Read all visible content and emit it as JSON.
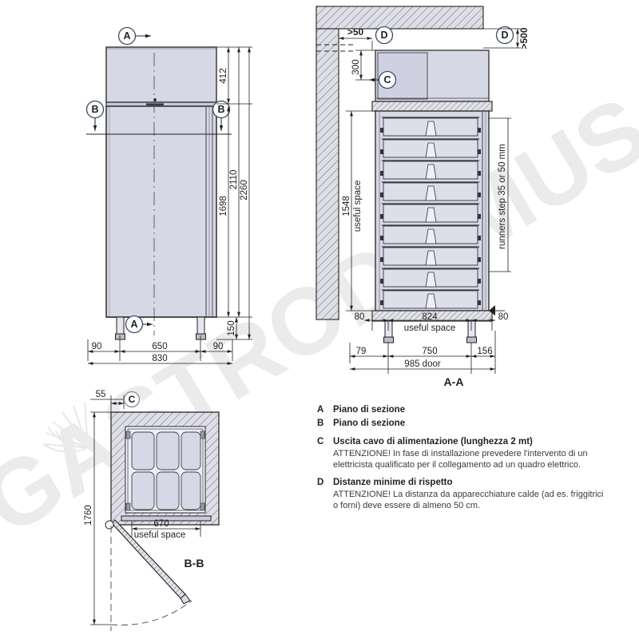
{
  "sheet": {
    "watermark": "GASTRODOMUS",
    "background_color": "#ffffff",
    "line_color": "#231f20",
    "panel_fill": "#d6d8e6",
    "hatch_fill": "#dcdde4",
    "watermark_color": "#d9d9dc"
  },
  "front_view": {
    "name": "front-elevation",
    "markers": [
      {
        "id": "A",
        "label": "A",
        "position": "top"
      },
      {
        "id": "B-left",
        "label": "B",
        "position": "left"
      },
      {
        "id": "B-right",
        "label": "B",
        "position": "right"
      },
      {
        "id": "A-bottom",
        "label": "A",
        "position": "bottom"
      }
    ],
    "dimensions": {
      "top_panel_height": "412",
      "door_height": "1698",
      "body_height": "2110",
      "overall_height": "2260",
      "leg_height": "150",
      "left_inset": "90",
      "center_width": "650",
      "right_inset": "90",
      "overall_width": "830"
    }
  },
  "section_aa": {
    "name": "section-a-a",
    "caption": "A-A",
    "markers": [
      {
        "id": "D-left",
        "label": "D"
      },
      {
        "id": "D-right",
        "label": "D"
      },
      {
        "id": "C",
        "label": "C"
      }
    ],
    "clearances": {
      "left": ">50",
      "top": ">500"
    },
    "dimensions": {
      "cable_outlet_height": "300",
      "useful_height": "1548",
      "useful_height_label": "useful space",
      "runners": "runners step 35 or 50 mm",
      "left_offset": "80",
      "useful_depth": "824",
      "useful_depth_label": "useful space",
      "right_offset": "80",
      "front_offset": "79",
      "leg_span": "750",
      "rear_offset": "156",
      "door_depth": "985 door"
    },
    "tray_count": 9
  },
  "section_bb": {
    "name": "section-b-b",
    "caption": "B-B",
    "markers": [
      {
        "id": "C",
        "label": "C"
      }
    ],
    "dimensions": {
      "cable_offset": "55",
      "overall_depth": "1760",
      "useful_width": "670",
      "useful_width_label": "useful space"
    },
    "grid": {
      "cols": 3,
      "rows": 2
    }
  },
  "legend": {
    "items": [
      {
        "key": "A",
        "title": "Piano di sezione",
        "note": ""
      },
      {
        "key": "B",
        "title": "Piano di sezione",
        "note": ""
      },
      {
        "key": "C",
        "title": "Uscita cavo di alimentazione (lunghezza 2 mt)",
        "note": "ATTENZIONE! In fase di installazione prevedere l'intervento di un elettricista qualificato per il collegamento ad un quadro elettrico."
      },
      {
        "key": "D",
        "title": "Distanze minime di rispetto",
        "note": "ATTENZIONE! La distanza da apparecchiature calde (ad es. friggitrici o forni) deve essere di almeno 50 cm."
      }
    ]
  }
}
